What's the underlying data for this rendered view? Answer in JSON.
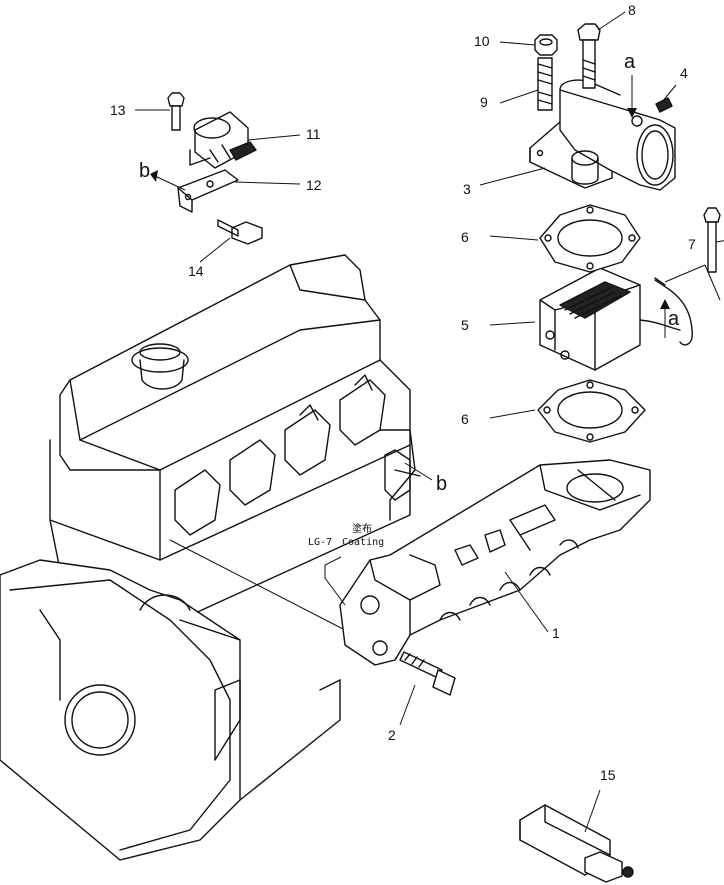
{
  "callouts": {
    "c1": "1",
    "c2": "2",
    "c3": "3",
    "c4": "4",
    "c5": "5",
    "c6a": "6",
    "c6b": "6",
    "c7": "7",
    "c8": "8",
    "c9": "9",
    "c10": "10",
    "c11": "11",
    "c12": "12",
    "c13": "13",
    "c14": "14",
    "c15": "15"
  },
  "refs": {
    "a_top": "a",
    "a_mid": "a",
    "b_left": "b",
    "b_right": "b"
  },
  "coating": {
    "jp": "塗布",
    "code": "LG-7",
    "word": "Coating"
  }
}
